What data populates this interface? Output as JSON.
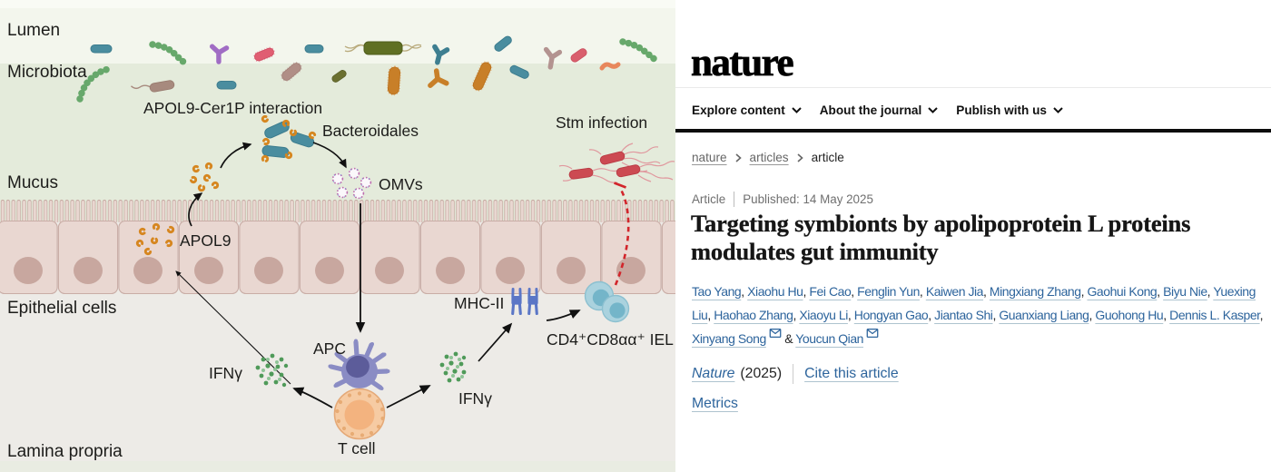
{
  "figure": {
    "region_labels": {
      "lumen": "Lumen",
      "microbiota": "Microbiota",
      "mucus": "Mucus",
      "epithelial": "Epithelial cells",
      "lamina": "Lamina propria"
    },
    "annotations": {
      "apol9_cer1p": "APOL9-Cer1P interaction",
      "bacteroidales": "Bacteroidales",
      "omvs": "OMVs",
      "stm_infection": "Stm infection",
      "apol9": "APOL9",
      "apc": "APC",
      "t_cell": "T cell",
      "ifng_left": "IFNγ",
      "ifng_right": "IFNγ",
      "mhc2": "MHC-II",
      "iel": "CD4⁺CD8αα⁺ IEL"
    },
    "colors": {
      "lumen_bg": "#f3f6ed",
      "mucus_bg": "#e4ebdb",
      "lamina_bg": "#edebe7",
      "cell_fill": "#e9d7d1",
      "cell_stroke": "#c9ada6",
      "nucleus": "#c8a79f",
      "teal_bacteria": "#4a8d9f",
      "orange_apol9": "#d6861f",
      "stm_red": "#cc4a52",
      "inhibit_red": "#d2252b",
      "apc_purple": "#8a8cc4",
      "tcell_orange": "#f6cba3",
      "iel_blue": "#aad2de",
      "mhc_blue": "#5271c3",
      "ifng_green": "#4f9a59"
    }
  },
  "site": {
    "logo": "nature",
    "nav": [
      "Explore content",
      "About the journal",
      "Publish with us"
    ],
    "breadcrumb": [
      {
        "label": "nature",
        "link": true
      },
      {
        "label": "articles",
        "link": true
      },
      {
        "label": "article",
        "link": false
      }
    ],
    "meta": {
      "type": "Article",
      "published": "Published: 14 May 2025"
    },
    "title": "Targeting symbionts by apolipoprotein L proteins modulates gut immunity",
    "authors": [
      {
        "name": "Tao Yang"
      },
      {
        "name": "Xiaohu Hu"
      },
      {
        "name": "Fei Cao"
      },
      {
        "name": "Fenglin Yun"
      },
      {
        "name": "Kaiwen Jia"
      },
      {
        "name": "Mingxiang Zhang"
      },
      {
        "name": "Gaohui Kong"
      },
      {
        "name": "Biyu Nie"
      },
      {
        "name": "Yuexing Liu"
      },
      {
        "name": "Haohao Zhang"
      },
      {
        "name": "Xiaoyu Li"
      },
      {
        "name": "Hongyan Gao"
      },
      {
        "name": "Jiantao Shi"
      },
      {
        "name": "Guanxiang Liang"
      },
      {
        "name": "Guohong Hu"
      },
      {
        "name": "Dennis L. Kasper"
      },
      {
        "name": "Xinyang Song",
        "email": true
      },
      {
        "name": "Youcun Qian",
        "email": true
      }
    ],
    "and_separator": "&",
    "cite": {
      "journal": "Nature",
      "year": "(2025)",
      "cite_label": "Cite this article"
    },
    "metrics_label": "Metrics"
  }
}
